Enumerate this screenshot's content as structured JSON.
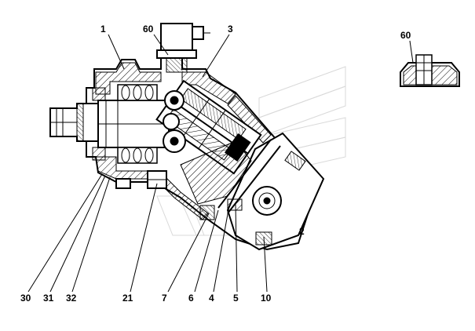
{
  "diagram": {
    "callouts": {
      "c1": "1",
      "c60": "60",
      "c3": "3",
      "c2": "2",
      "c30": "30",
      "c31": "31",
      "c32": "32",
      "c21": "21",
      "c7": "7",
      "c6": "6",
      "c4": "4",
      "c5": "5",
      "c10": "10"
    },
    "detail": {
      "label": "60"
    }
  },
  "colors": {
    "ink": "#000000",
    "paper": "#ffffff",
    "watermark": "#d9d9d9"
  }
}
